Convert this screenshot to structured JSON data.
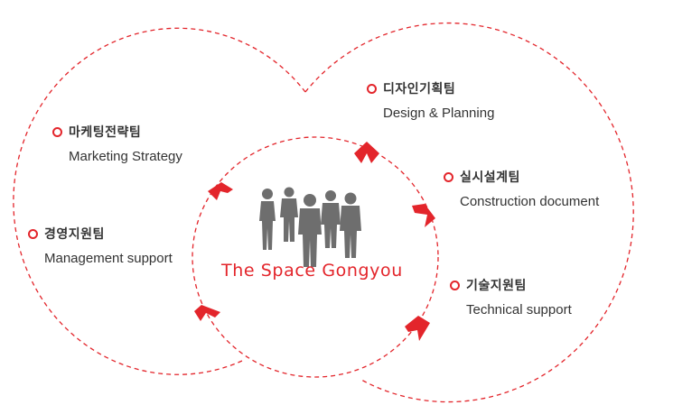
{
  "company": {
    "name": "The Space Gongyou"
  },
  "teams": [
    {
      "id": "design-planning",
      "ko": "디자인기획팀",
      "en": "Design & Planning"
    },
    {
      "id": "marketing-strategy",
      "ko": "마케팅전략팀",
      "en": "Marketing Strategy"
    },
    {
      "id": "construction-document",
      "ko": "실시설계팀",
      "en": "Construction document"
    },
    {
      "id": "management-support",
      "ko": "경영지원팀",
      "en": "Management support"
    },
    {
      "id": "technical-support",
      "ko": "기술지원팀",
      "en": "Technical support"
    }
  ],
  "colors": {
    "accent": "#e3252b",
    "text": "#333333",
    "figures": "#6e6e6e"
  }
}
